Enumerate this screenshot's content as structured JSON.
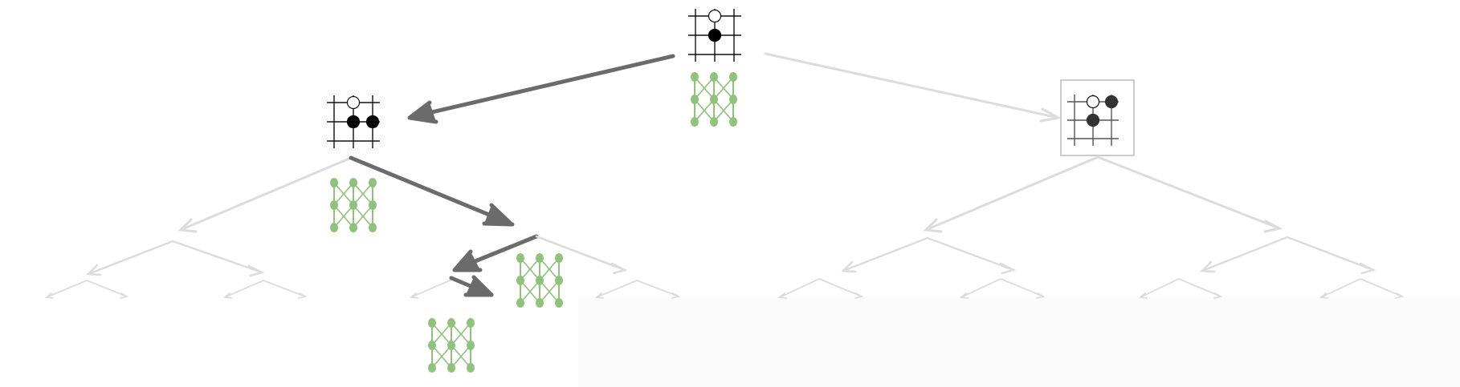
{
  "colors": {
    "background": "#ffffff",
    "selected_edge": "#6b6b6b",
    "faded_edge": "#dcdcdc",
    "board_line": "#111111",
    "faded_board_line": "#555555",
    "network": "#8fc27a",
    "network_faded": "#a9d196",
    "highlight_box": "#cccccc"
  },
  "diagram": {
    "type": "search-tree",
    "boards": [
      {
        "name": "root-board",
        "stones": [
          {
            "color": "white",
            "point": [
              1,
              0
            ]
          },
          {
            "color": "black",
            "point": [
              1,
              1
            ]
          }
        ]
      },
      {
        "name": "left-child-board",
        "stones": [
          {
            "color": "white",
            "point": [
              1,
              0
            ]
          },
          {
            "color": "black",
            "point": [
              1,
              1
            ]
          },
          {
            "color": "black",
            "point": [
              2,
              1
            ]
          }
        ]
      },
      {
        "name": "right-child-board",
        "stones": [
          {
            "color": "white",
            "point": [
              1,
              0
            ]
          },
          {
            "color": "black",
            "point": [
              2,
              0
            ]
          },
          {
            "color": "black",
            "point": [
              1,
              1
            ]
          }
        ],
        "highlighted": true
      }
    ],
    "value_networks": 4,
    "selected_path_depth": 4
  }
}
